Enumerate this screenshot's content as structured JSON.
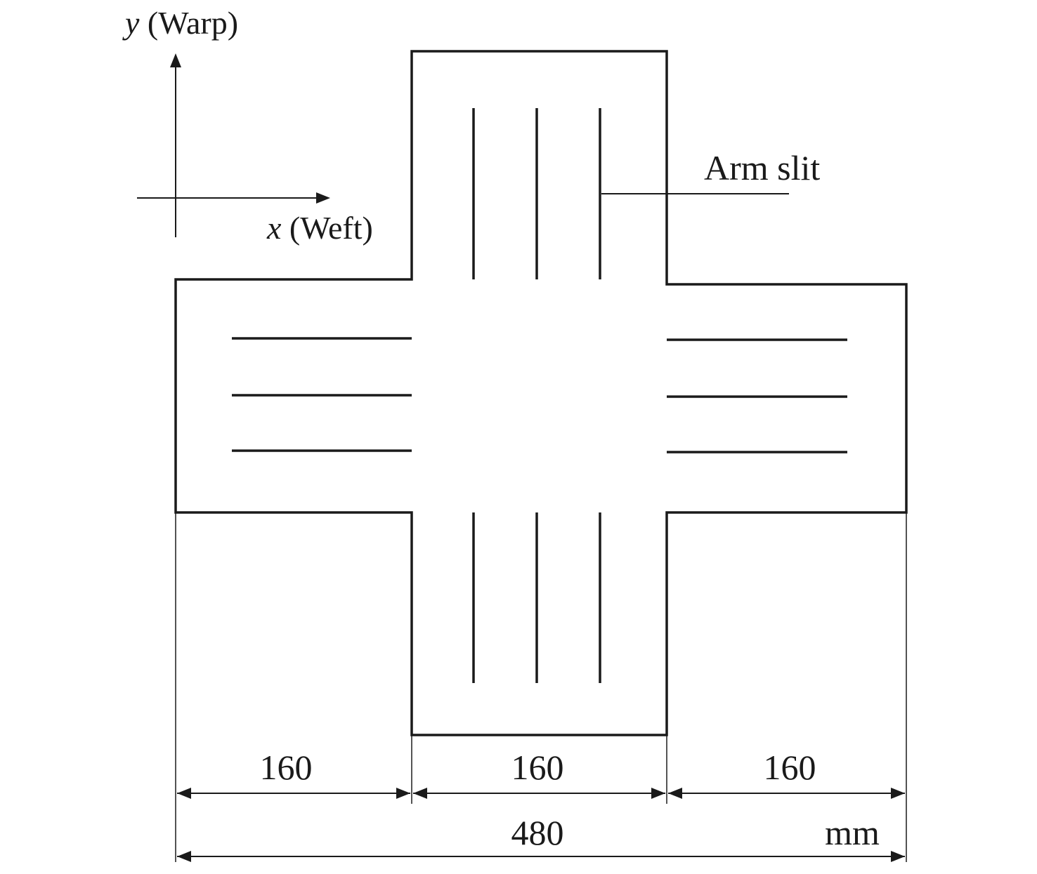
{
  "axes": {
    "y": {
      "symbol": "y",
      "label": " (Warp)"
    },
    "x": {
      "symbol": "x",
      "label": " (Weft)"
    }
  },
  "callout": {
    "label": "Arm slit"
  },
  "dimensions": {
    "left": "160",
    "center": "160",
    "right": "160",
    "total": "480",
    "unit": "mm"
  },
  "specimen": {
    "shape": "cruciform",
    "arms": 4,
    "slits_per_arm": 3
  }
}
